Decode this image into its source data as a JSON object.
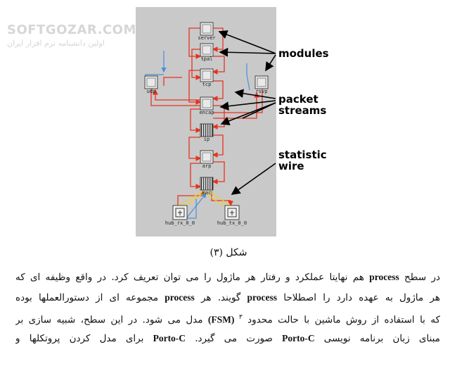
{
  "watermark": {
    "line1": "SOFTGOZAR.COM",
    "line2": "اولین دانشنامه نرم افزار ایران"
  },
  "figure": {
    "nodes": {
      "server": "server",
      "tpal": "tpal",
      "tcp": "tcp",
      "udp": "udp",
      "rsvp": "rsvp",
      "encap": "encap",
      "ip": "ip",
      "arp": "arp",
      "mac": "mac",
      "hub_rx": "hub_rx_0_0",
      "hub_tx": "hub_tx_0_0"
    },
    "callouts": {
      "modules": "modules",
      "packet_streams_1": "packet",
      "packet_streams_2": "streams",
      "statistic_wire_1": "statistic",
      "statistic_wire_2": "wire"
    },
    "colors": {
      "background": "#c9c9c9",
      "packet_stream": "#e8321e",
      "statistic_wire": "#4a90d9",
      "highlight": "#f2d21b"
    }
  },
  "caption": "شکل (۳)",
  "body": {
    "line1_a": "در سطح ",
    "line1_b": "process",
    "line1_c": " هم نهایتا عملکرد و رفتار هر ماژول را می توان تعریف کرد. در واقع وظیفه ای که",
    "line2_a": "هر ماژول به عهده دارد را اصطلاحا ",
    "line2_b": "process",
    "line2_c": " گویند. هر ",
    "line2_d": "process",
    "line2_e": " مجموعه ای از دستورالعملها بوده",
    "line3_a": "که با استفاده از روش ماشین با حالت محدود ",
    "line3_sup": "۳",
    "line3_b": " (FSM)",
    "line3_c": " مدل می شود. در این سطح، شبیه سازی بر",
    "line4_a": "مبنای زبان برنامه نویسی ",
    "line4_b": "Porto-C",
    "line4_c": " صورت می گیرد. ",
    "line4_d": "Porto-C",
    "line4_e": " برای مدل کردن پروتکلها و"
  }
}
